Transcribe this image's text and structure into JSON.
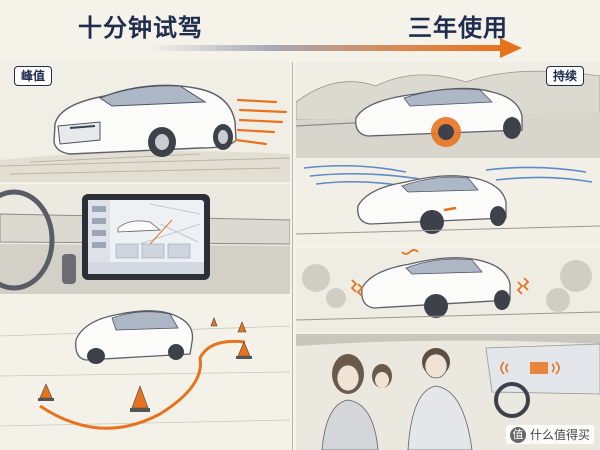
{
  "header": {
    "left_title": "十分钟试驾",
    "right_title": "三年使用"
  },
  "tags": {
    "peak": "峰值",
    "sustained": "持续"
  },
  "watermark": {
    "logo_glyph": "值",
    "text": "什么值得买"
  },
  "colors": {
    "title": "#1e2c4e",
    "accent": "#e8731f",
    "airflow": "#5d8ac8"
  }
}
